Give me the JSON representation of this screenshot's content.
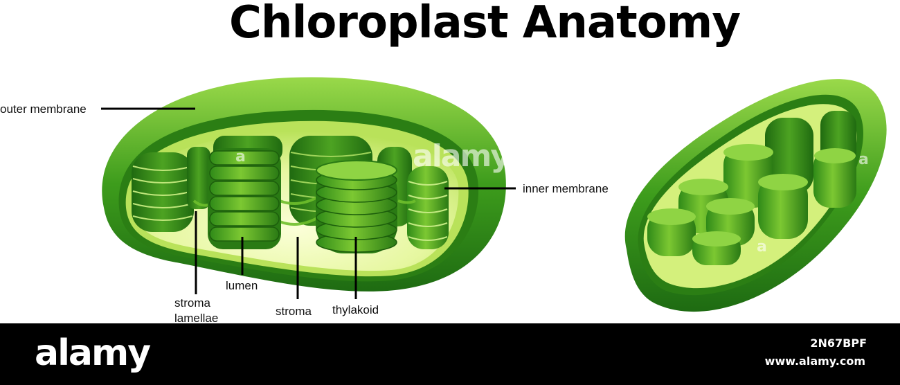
{
  "title": "Chloroplast Anatomy",
  "labels": {
    "outer_membrane": "outer membrane",
    "inner_membrane": "inner membrane",
    "stroma_lamellae_line1": "stroma",
    "stroma_lamellae_line2": "lamellae",
    "lumen": "lumen",
    "stroma": "stroma",
    "thylakoid": "thylakoid"
  },
  "watermark": {
    "text": "alamy",
    "letter": "a"
  },
  "footer": {
    "logo": "alamy",
    "image_id": "2N67BPF",
    "site": "www.alamy.com"
  },
  "colors": {
    "dark_green": "#1e6b12",
    "mid_green": "#3d9c1c",
    "light_green": "#8ed13a",
    "yellow_green": "#e6f7a0",
    "footer": "#000000"
  }
}
